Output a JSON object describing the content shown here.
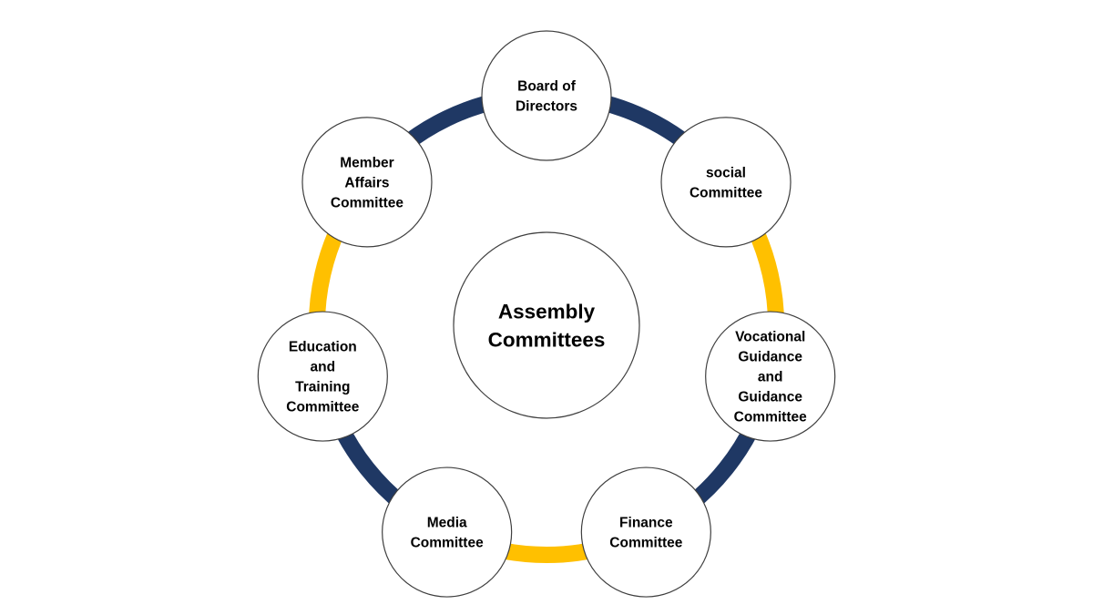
{
  "diagram": {
    "center": {
      "lines": [
        "Assembly",
        "Committees"
      ]
    },
    "nodes": [
      {
        "id": "board-of-directors",
        "lines": [
          "Board of",
          "Directors"
        ]
      },
      {
        "id": "social-committee",
        "lines": [
          "social",
          "Committee"
        ]
      },
      {
        "id": "vocational-guidance-committee",
        "lines": [
          "Vocational",
          "Guidance",
          "and",
          "Guidance",
          "Committee"
        ]
      },
      {
        "id": "finance-committee",
        "lines": [
          "Finance",
          "Committee"
        ]
      },
      {
        "id": "media-committee",
        "lines": [
          "Media",
          "Committee"
        ]
      },
      {
        "id": "education-training-committee",
        "lines": [
          "Education",
          "and",
          "Training",
          "Committee"
        ]
      },
      {
        "id": "member-affairs-committee",
        "lines": [
          "Member",
          "Affairs",
          "Committee"
        ]
      }
    ],
    "ring_segments": [
      {
        "color": "#1F3864"
      },
      {
        "color": "#FFC000"
      },
      {
        "color": "#1F3864"
      },
      {
        "color": "#FFC000"
      },
      {
        "color": "#1F3864"
      },
      {
        "color": "#FFC000"
      },
      {
        "color": "#1F3864"
      }
    ],
    "colors": {
      "circle_fill": "#FFFFFF",
      "circle_stroke": "#3F3F3F",
      "text": "#000000"
    }
  }
}
